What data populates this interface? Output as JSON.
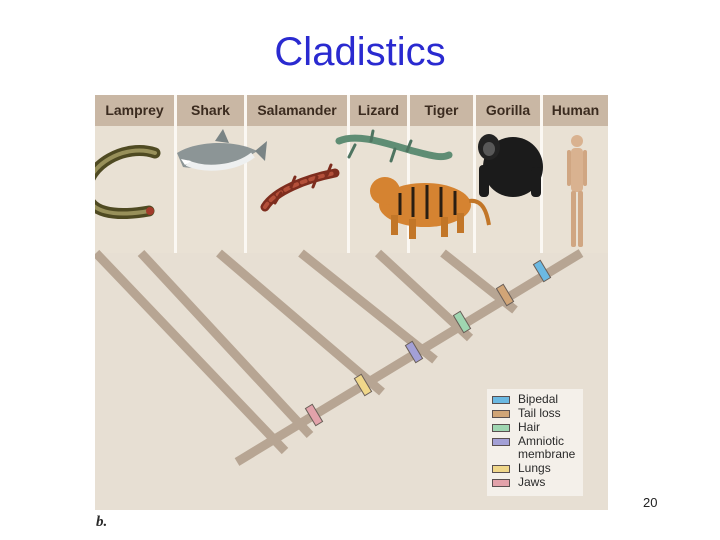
{
  "slide": {
    "title": "Cladistics",
    "figure_label": "b.",
    "page_number": "20"
  },
  "taxa": [
    {
      "name": "Lamprey",
      "icon": "lamprey-icon"
    },
    {
      "name": "Shark",
      "icon": "shark-icon"
    },
    {
      "name": "Salamander",
      "icon": "salamander-icon"
    },
    {
      "name": "Lizard",
      "icon": "lizard-icon"
    },
    {
      "name": "Tiger",
      "icon": "tiger-icon"
    },
    {
      "name": "Gorilla",
      "icon": "gorilla-icon"
    },
    {
      "name": "Human",
      "icon": "human-icon"
    }
  ],
  "traits": [
    {
      "name": "Jaws",
      "color": "#e2a2aa"
    },
    {
      "name": "Lungs",
      "color": "#f0d78a"
    },
    {
      "name": "Amniotic membrane",
      "color": "#a3a0d6"
    },
    {
      "name": "Hair",
      "color": "#9fd6b1"
    },
    {
      "name": "Tail loss",
      "color": "#d1a577"
    },
    {
      "name": "Bipedal",
      "color": "#6cb9e2"
    }
  ],
  "legend": [
    {
      "label": "Bipedal",
      "color": "#6cb9e2"
    },
    {
      "label": "Tail loss",
      "color": "#d1a577"
    },
    {
      "label": "Hair",
      "color": "#9fd6b1"
    },
    {
      "label": "Amniotic membrane",
      "color": "#a3a0d6"
    },
    {
      "label": "Lungs",
      "color": "#f0d78a"
    },
    {
      "label": "Jaws",
      "color": "#e2a2aa"
    }
  ],
  "colors": {
    "title": "#2a2ad0",
    "branch": "#b7a593",
    "panel_header": "#c9b7a4",
    "figure_background": "#e7dfd3"
  }
}
